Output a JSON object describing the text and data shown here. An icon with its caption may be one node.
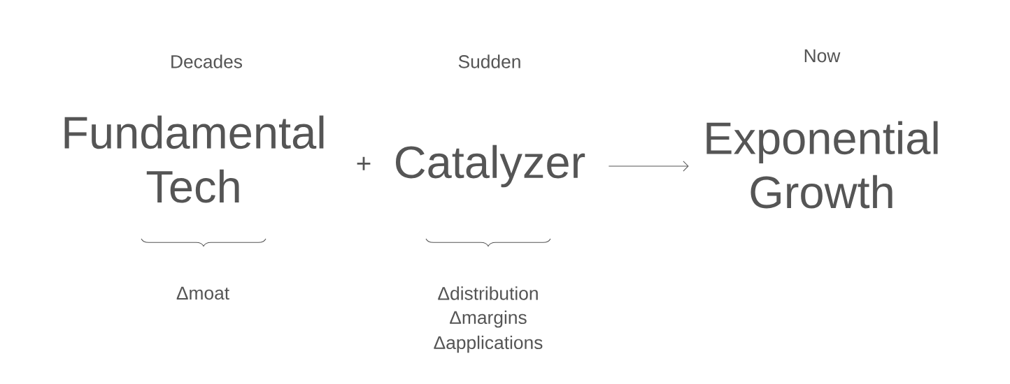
{
  "diagram": {
    "nodes": [
      {
        "text": [
          "Fundamental Tech"
        ]
      },
      {
        "text": [
          "Catalyzer"
        ]
      },
      {
        "text": [
          "Exponential Growth"
        ]
      }
    ],
    "edges": [
      {
        "from": 1,
        "to": 2,
        "arrow": "to"
      }
    ],
    "labels": [
      "Decades",
      "Sudden",
      "Now",
      "+",
      "Δmoat",
      "Δdistribution",
      "Δmargins",
      "Δapplications"
    ]
  }
}
